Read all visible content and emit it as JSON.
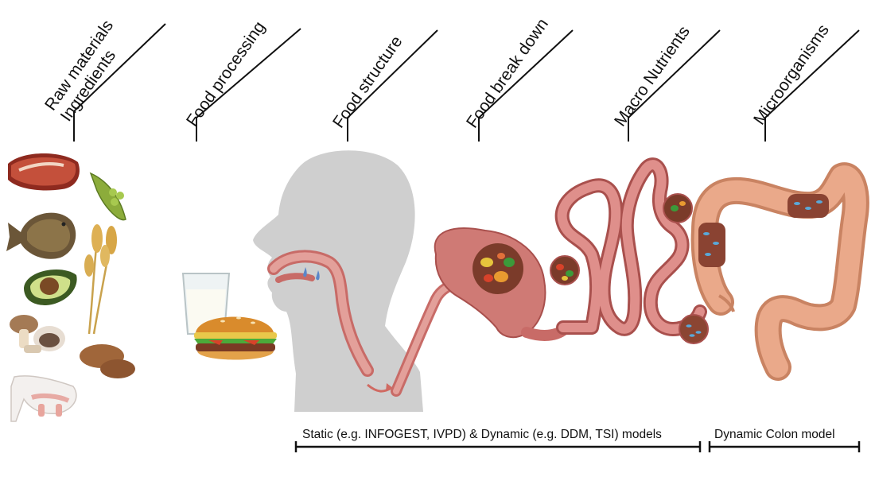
{
  "stages": [
    {
      "id": "raw",
      "lines": [
        "Raw materials",
        "Ingredients"
      ]
    },
    {
      "id": "processing",
      "lines": [
        "Food processing"
      ]
    },
    {
      "id": "structure",
      "lines": [
        "Food structure"
      ]
    },
    {
      "id": "breakdown",
      "lines": [
        "Food break down"
      ]
    },
    {
      "id": "macro",
      "lines": [
        "Macro Nutrients"
      ]
    },
    {
      "id": "micro",
      "lines": [
        "Microorganisms"
      ]
    }
  ],
  "models": {
    "static_dynamic": "Static (e.g. INFOGEST, IVPD) & Dynamic (e.g. DDM, TSI) models",
    "colon": "Dynamic Colon model"
  },
  "icons": [
    "steak-icon",
    "pea-pod-icon",
    "flatfish-icon",
    "wheat-icon",
    "avocado-icon",
    "mushroom-icon",
    "potato-icon",
    "milking-udder-icon",
    "milk-glass-icon",
    "burger-icon",
    "head-silhouette-icon",
    "stomach-icon",
    "small-intestine-icon",
    "colon-icon"
  ],
  "colors": {
    "tissue": "#d98a86",
    "tissue_dark": "#b65a58",
    "colon": "#e6a285",
    "silhouette": "#cfcfcf",
    "line": "#111111"
  }
}
